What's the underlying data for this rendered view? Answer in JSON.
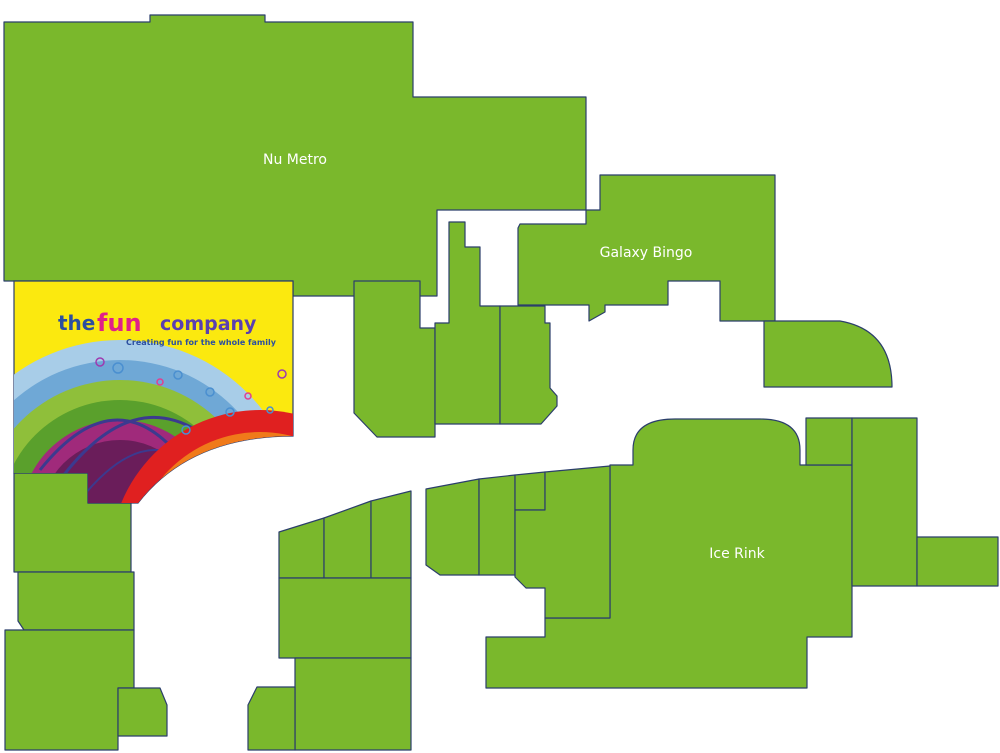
{
  "colors": {
    "unit_fill": "#7ab82c",
    "unit_stroke": "#2b3e6b",
    "feature_fill": "#fbe90f",
    "label": "#ffffff"
  },
  "stores": {
    "nu_metro": "Nu Metro",
    "galaxy_bingo": "Galaxy Bingo",
    "ice_rink": "Ice Rink"
  },
  "featured_store": {
    "logo_words": [
      "the",
      "fun",
      "company"
    ],
    "tagline": "Creating fun for the whole family"
  }
}
